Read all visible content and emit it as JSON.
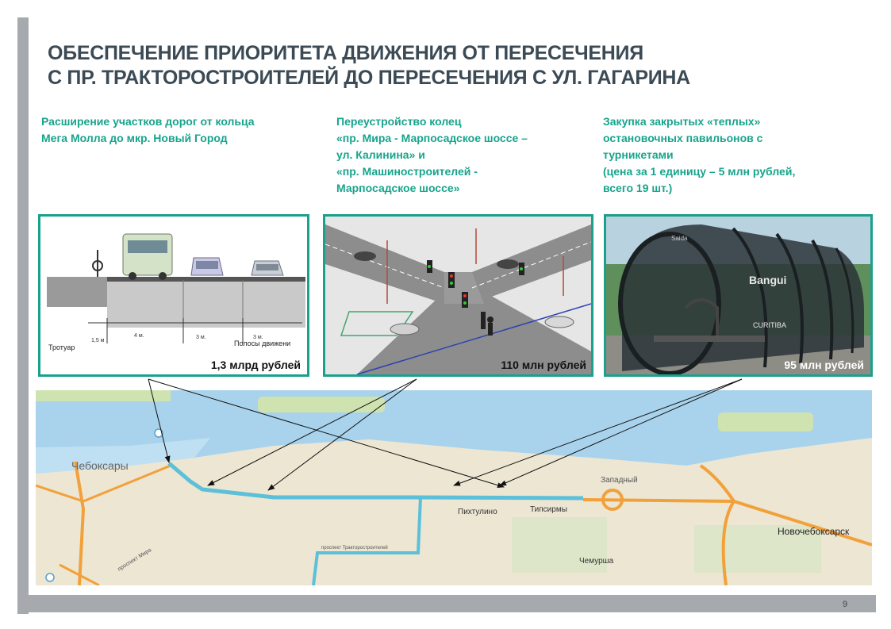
{
  "title": {
    "line1": "ОБЕСПЕЧЕНИЕ ПРИОРИТЕТА ДВИЖЕНИЯ ОТ ПЕРЕСЕЧЕНИЯ",
    "line2": "С ПР. ТРАКТОРОСТРОИТЕЛЕЙ ДО ПЕРЕСЕЧЕНИЯ С УЛ. ГАГАРИНА"
  },
  "captions": {
    "left": [
      "Расширение  участков  дорог от кольца",
      "Мега  Молла  до мкр.  Новый  Город"
    ],
    "middle": [
      "Переустройство  колец",
      "«пр.  Мира  -  Марпосадское  шоссе  –",
      "ул.  Калинина»   и",
      "«пр.  Машиностроителей  -",
      "Марпосадское  шоссе»"
    ],
    "right": [
      "Закупка  закрытых  «теплых»",
      "остановочных  павильонов  с",
      "турникетами",
      "(цена  за  1  единицу  – 5 млн  рублей,",
      "всего  19  шт.)"
    ]
  },
  "panels": {
    "road": {
      "price": "1,3 млрд рублей",
      "labels": {
        "sidewalk": "Тротуар",
        "lanes": "Полосы движени",
        "w1": "1,5 м",
        "w2": "4 м.",
        "w3": "3 м.",
        "w4": "3 м."
      }
    },
    "intersection": {
      "price": "110 млн рублей"
    },
    "pavilion": {
      "price": "95 млн рублей",
      "brand": "Bangui",
      "brand2": "CURITIBA",
      "sign": "Saida"
    }
  },
  "map": {
    "places": {
      "cheboksary": "Чебоксары",
      "pikhtulino": "Пихтулино",
      "tipsirmy": "Типсирмы",
      "zapadny": "Западный",
      "novocheboksarsk": "Новочебоксарск",
      "chemursha": "Чемурша"
    },
    "streets": {
      "traktorostroiteley": "проспект Тракторостроителей",
      "mira": "проспект Мира"
    },
    "colors": {
      "water": "#a9d3ec",
      "land": "#ece6d3",
      "route": "#5cc0d8",
      "highway": "#f2a13a",
      "green": "#cfe3b0"
    }
  },
  "page_number": "9"
}
